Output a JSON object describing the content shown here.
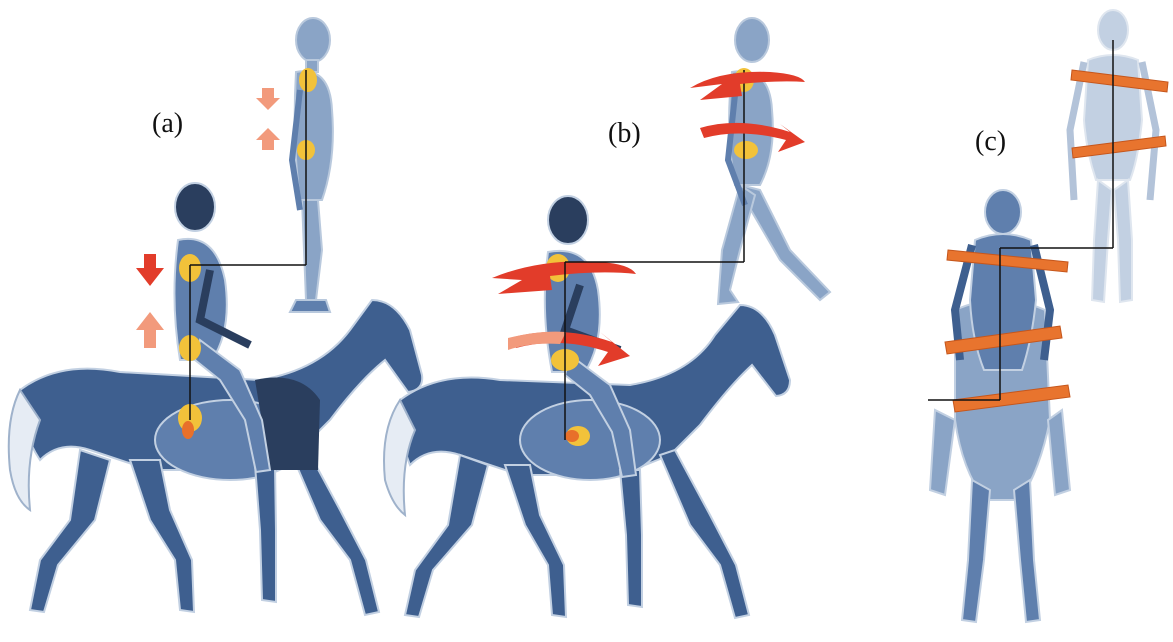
{
  "panels": [
    {
      "label": "(a)"
    },
    {
      "label": "(b)"
    },
    {
      "label": "(c)"
    }
  ],
  "colors": {
    "bone": "#3e5f8f",
    "bone_light": "#8aa4c6",
    "bone_pale": "#c2d0e2",
    "body_fill": "#5f7fad",
    "joint_yellow": "#f2c23a",
    "joint_orange": "#e8702a",
    "arrow_red": "#e23c2a",
    "arrow_light": "#f29a7c",
    "axis_bar": "#e8742e",
    "line": "#111111"
  }
}
